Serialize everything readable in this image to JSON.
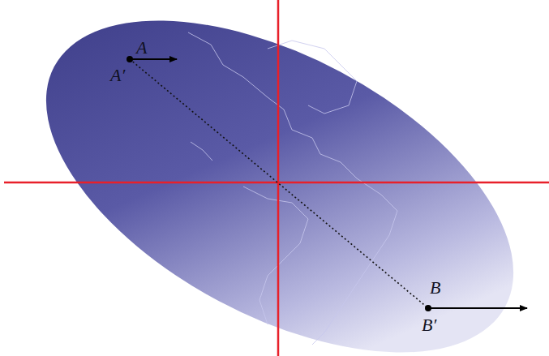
{
  "diagram": {
    "labels": [
      "A",
      "A′",
      "B",
      "B′"
    ]
  }
}
